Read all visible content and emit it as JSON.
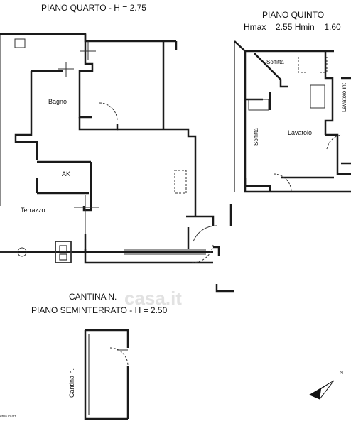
{
  "floor4": {
    "title": "PIANO QUARTO  - H = 2.75",
    "rooms": {
      "bagno": "Bagno",
      "ak": "AK",
      "terrazzo": "Terrazzo"
    }
  },
  "floor5": {
    "title": "PIANO QUINTO",
    "subtitle": "Hmax = 2.55 Hmin = 1.60",
    "rooms": {
      "soffitta_top": "Soffitta",
      "soffitta_left": "Soffitta",
      "lavatoio": "Lavatoio",
      "lavatoio_int": "Lavatoio int"
    }
  },
  "cellar": {
    "title": "CANTINA N.",
    "subtitle": "PIANO SEMINTERRATO - H = 2.50",
    "room": "Cantina n."
  },
  "footer": {
    "note": "etria in atti"
  },
  "north": {
    "label": "N"
  },
  "watermark": "casa.it",
  "colors": {
    "wall": "#1a1a1a",
    "line": "#333333"
  }
}
